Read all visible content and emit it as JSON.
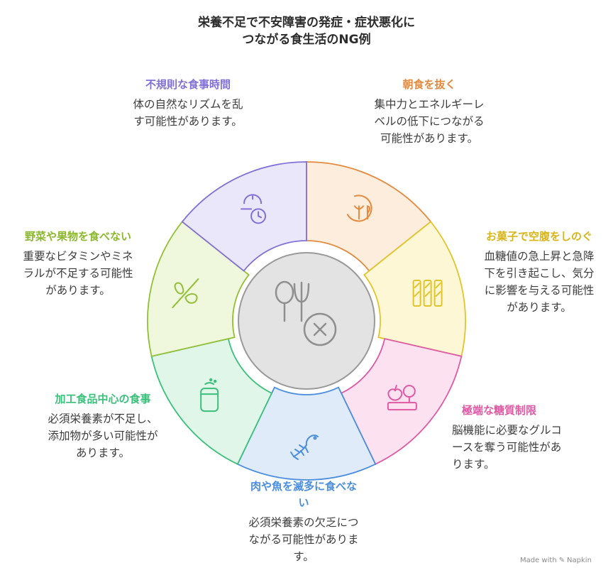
{
  "title": {
    "line1": "栄養不足で不安障害の発症・症状悪化に",
    "line2": "つながる食生活のNG例"
  },
  "segments": [
    {
      "title": "朝食を抜く",
      "desc": "集中力とエネルギーレベルの低下につながる可能性があります。",
      "color": "#e5893d",
      "fill": "#fdeddc",
      "icon": "clock-and-cutlery-icon"
    },
    {
      "title": "お菓子で空腹をしのぐ",
      "desc": "血糖値の急上昇と急降下を引き起こし、気分に影響を与える可能性があります。",
      "color": "#e2c42a",
      "fill": "#fdf7d6",
      "icon": "snack-bars-icon"
    },
    {
      "title": "極端な糖質制限",
      "desc": "脳機能に必要なグルコースを奪う可能性があります。",
      "color": "#df5aa3",
      "fill": "#fce2f0",
      "icon": "apple-scale-icon"
    },
    {
      "title": "肉や魚を滅多に食べない",
      "desc": "必須栄養素の欠乏につながる可能性があります。",
      "color": "#4a8ee0",
      "fill": "#e0ebfa",
      "icon": "fish-bone-icon"
    },
    {
      "title": "加工食品中心の食事",
      "desc": "必須栄養素が不足し、添加物が多い可能性があります。",
      "color": "#3bc07b",
      "fill": "#dff6e8",
      "icon": "canned-food-icon"
    },
    {
      "title": "野菜や果物を食べない",
      "desc": "重要なビタミンやミネラルが不足する可能性があります。",
      "color": "#92bf36",
      "fill": "#eff7dc",
      "icon": "crossed-vegetable-icon"
    },
    {
      "title": "不規則な食事時間",
      "desc": "体の自然なリズムを乱す可能性があります。",
      "color": "#8270d8",
      "fill": "#ebe7fa",
      "icon": "clock-icon"
    }
  ],
  "center_icon": "no-cutlery-icon",
  "credit": {
    "made_with": "Made with",
    "brand": "Napkin"
  }
}
